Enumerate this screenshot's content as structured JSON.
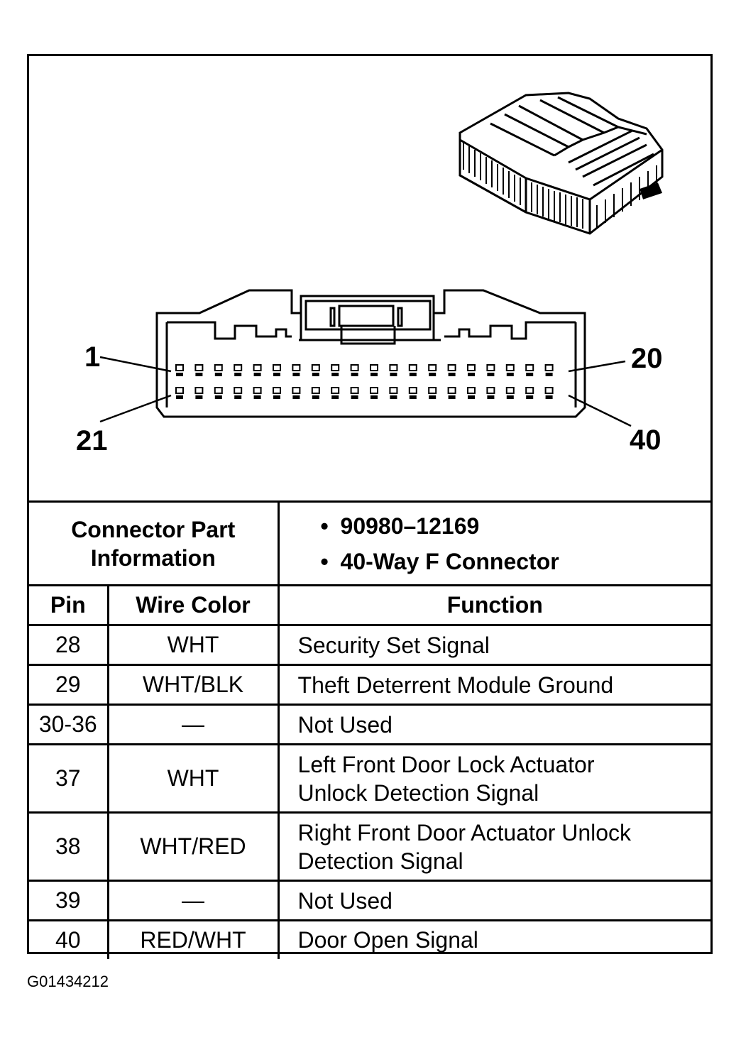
{
  "diagram": {
    "pin_labels": {
      "top_left": "1",
      "top_right": "20",
      "bottom_left": "21",
      "bottom_right": "40"
    }
  },
  "connector_info": {
    "label": "Connector Part Information",
    "items": [
      "90980–12169",
      "40-Way F Connector"
    ]
  },
  "table": {
    "headers": {
      "pin": "Pin",
      "wire_color": "Wire Color",
      "function": "Function"
    },
    "rows": [
      {
        "pin": "28",
        "wire_color": "WHT",
        "function": "Security Set Signal"
      },
      {
        "pin": "29",
        "wire_color": "WHT/BLK",
        "function": "Theft Deterrent Module Ground"
      },
      {
        "pin": "30-36",
        "wire_color": "—",
        "function": "Not Used"
      },
      {
        "pin": "37",
        "wire_color": "WHT",
        "function": "Left Front Door Lock Actuator Unlock Detection Signal"
      },
      {
        "pin": "38",
        "wire_color": "WHT/RED",
        "function": "Right Front Door Actuator Unlock Detection Signal"
      },
      {
        "pin": "39",
        "wire_color": "—",
        "function": "Not Used"
      },
      {
        "pin": "40",
        "wire_color": "RED/WHT",
        "function": "Door Open Signal"
      }
    ]
  },
  "caption": "G01434212"
}
